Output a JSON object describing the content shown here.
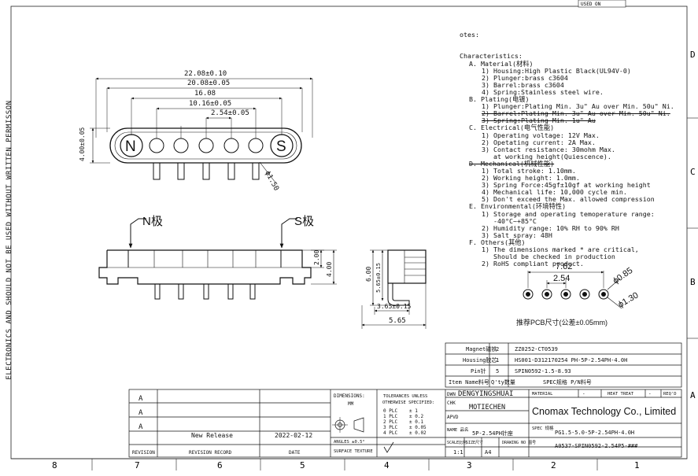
{
  "side_notice": "ELECTRONICS AND SHOULD NOT BE USED WITHOUT WRITTEN PERMISSON",
  "top_tag": "USED ON",
  "notes": {
    "title": "otes:",
    "lines": [
      {
        "t": "Characteristics:",
        "i": 0
      },
      {
        "t": "A. Material(材料)",
        "i": 1
      },
      {
        "t": "1) Housing:High Plastic Black(UL94V-0)",
        "i": 2
      },
      {
        "t": "2) Plunger:brass c3604",
        "i": 2
      },
      {
        "t": "3) Barrel:brass c3604",
        "i": 2
      },
      {
        "t": "4) Spring:Stainless steel wire.",
        "i": 2
      },
      {
        "t": "B. Plating(电镀)",
        "i": 1
      },
      {
        "t": "1) Plunger:Plating Min. 3u\" Au over Min. 50u\" Ni.",
        "i": 2
      },
      {
        "t": "2) Barrel:Plating Min. 3u\" Au over Min. 50u\" Ni.",
        "i": 2,
        "s": true
      },
      {
        "t": "3) Spring:Plating Min. 1u\" Au",
        "i": 2,
        "s": true
      },
      {
        "t": "C. Electrical(电气性能)",
        "i": 1
      },
      {
        "t": "1) Operating voltage: 12V Max.",
        "i": 2
      },
      {
        "t": "2) Opetating current: 2A Max.",
        "i": 2
      },
      {
        "t": "3) Contact resistance: 30mohm Max.",
        "i": 2
      },
      {
        "t": "   at working height(Quiescence).",
        "i": 2
      },
      {
        "t": "D. Mechanical(机械性能)",
        "i": 1,
        "s": true
      },
      {
        "t": "1) Total stroke: 1.10mm.",
        "i": 2
      },
      {
        "t": "2) Working height: 1.0mm.",
        "i": 2
      },
      {
        "t": "3) Spring Force:45gf±10gf at working height",
        "i": 2
      },
      {
        "t": "4) Mechanical life: 10,000 cycle min.",
        "i": 2
      },
      {
        "t": "5) Don't exceed the Max. allowed compression",
        "i": 2
      },
      {
        "t": "E. Environmental(环境特性)",
        "i": 1
      },
      {
        "t": "1) Storage and operating temoperature range:",
        "i": 2
      },
      {
        "t": "   -40°C~+85°C",
        "i": 2
      },
      {
        "t": "2) Humidity range: 10% RH to 90% RH",
        "i": 2
      },
      {
        "t": "3) Salt spray: 48H",
        "i": 2
      },
      {
        "t": "F. Others(其他)",
        "i": 1
      },
      {
        "t": "1) The dimensions marked * are critical,",
        "i": 2
      },
      {
        "t": "   Should be checked in production",
        "i": 2
      },
      {
        "t": "2) RoHS compliant product.",
        "i": 2
      }
    ]
  },
  "dims": {
    "d1": "22.08±0.10",
    "d2": "20.08±0.05",
    "d3": "16.08",
    "d4": "10.16±0.05",
    "d5": "2.54±0.05",
    "height": "4.00±0.05",
    "pin_dia": "ϕ1.50",
    "n_label": "N",
    "s_label": "S",
    "n_pole": "N极",
    "s_pole": "S极",
    "side_2": "2.00",
    "side_4": "4.00",
    "sv_6": "6.00",
    "sv_565v": "5.65±0.15",
    "sv_365": "3.65±0.15",
    "sv_565": "5.65",
    "pcb_762": "7.62",
    "pcb_254": "2.54",
    "pcb_085": "ϕ0.85",
    "pcb_130": "ϕ1.30",
    "pcb_note": "推荐PCB尺寸(公差±0.05mm)"
  },
  "bom": {
    "rows": [
      {
        "name": "Magnet磁铁",
        "qty": "2",
        "code": "ZZ0252-CT0539"
      },
      {
        "name": "Housing胶芯",
        "qty": "1",
        "code": "HS001-D312170254 PH-5P-2.54PH-4.0H"
      },
      {
        "name": "Pin针",
        "qty": "5",
        "code": "SPIN0592-1.5-8.93"
      }
    ],
    "header": {
      "item": "Item Name料号",
      "qty": "Q'ty数量",
      "spec": "SPEC规格 P/N料号"
    }
  },
  "title_block": {
    "company": "Cnomax Technology Co., Limited",
    "dwn_label": "DWN",
    "dwn": "DENGYINGSHUAI",
    "chk_label": "CHK",
    "chk": "MOTIECHEN",
    "apvd_label": "APVD",
    "name_label": "NAME 品名",
    "name": "5P-2.54PH针座",
    "material_label": "MATERIAL",
    "heat_label": "HEAT TREAT",
    "dash1": "-",
    "dash2": "-",
    "req_label": "REQ'D",
    "spec_label": "SPEC 规格",
    "spec": "PG1.5-5.0-5P-2.54PH-4.0H",
    "scale_label": "SCALE比例",
    "scale": "1:1",
    "size_label": "SIZE尺寸",
    "size": "A4",
    "drawing_label": "DRAWING NO 图号",
    "drawing": "A0537-SPIN0592-2.54P5-###",
    "dimensions_label": "DIMENSIONS:",
    "dimensions_unit": "MM",
    "tol_title": "TOLERANCES UNLESS",
    "tol_sub": "OTHERWISE SPECIFIED:",
    "tol_rows": [
      {
        "plc": "0 PLC",
        "val": "± 1"
      },
      {
        "plc": "1 PLC",
        "val": "± 0.2"
      },
      {
        "plc": "2 PLC",
        "val": "± 0.1"
      },
      {
        "plc": "3 PLC",
        "val": "± 0.05"
      },
      {
        "plc": "4 PLC",
        "val": "± 0.02"
      }
    ],
    "angles": "ANGLES ±0.5°",
    "surface": "SURFACE TEXTURE",
    "revision": [
      {
        "mark": "A",
        "record": "",
        "date": ""
      },
      {
        "mark": "A",
        "record": "",
        "date": ""
      },
      {
        "mark": "A",
        "record": "New Release",
        "date": "2022-02-12"
      }
    ],
    "rev_label": "REVISION",
    "rec_label": "REVISION RECORD",
    "date_label": "DATE"
  },
  "border": {
    "bottom": [
      "8",
      "7",
      "6",
      "5",
      "4",
      "3",
      "2",
      "1"
    ],
    "right": [
      "D",
      "C",
      "B",
      "A"
    ]
  }
}
